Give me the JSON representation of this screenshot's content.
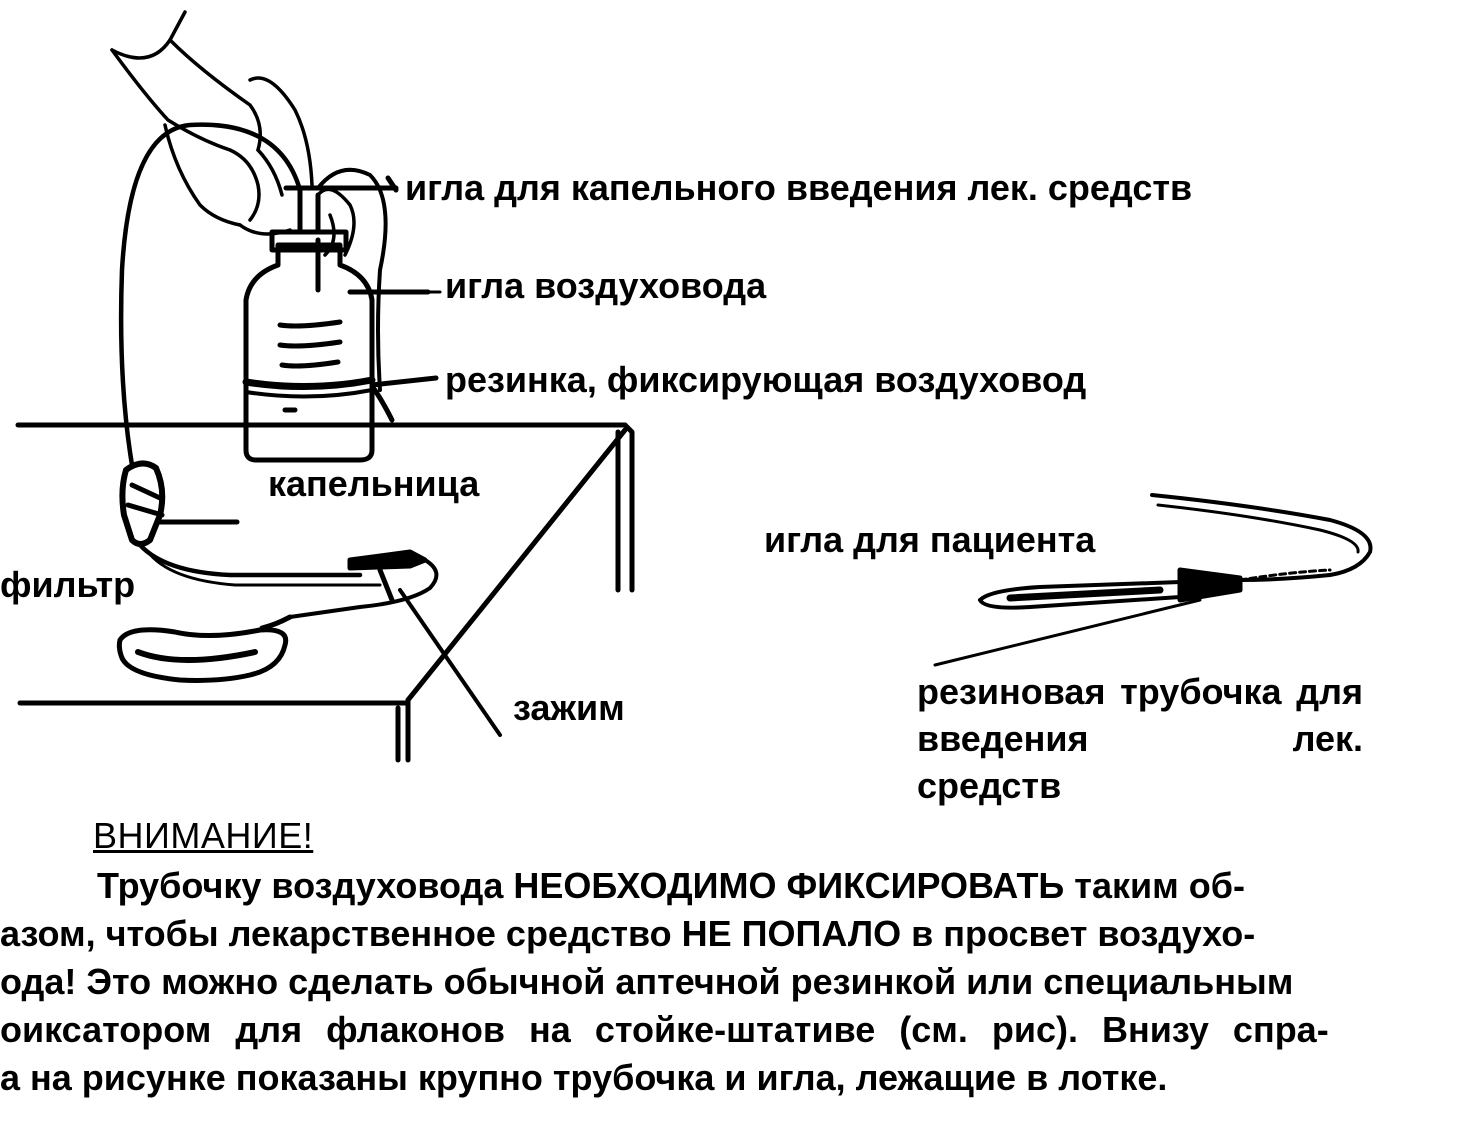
{
  "labels": {
    "needle_drug": "игла для капельного введения лек. средств",
    "air_needle": "игла воздуховода",
    "rubber_band": "резинка, фиксирующая воздуховод",
    "dropper": "капельница",
    "filter": "фильтр",
    "clamp": "зажим",
    "patient_needle": "игла для пациента",
    "rubber_tube_line1": "резиновая трубочка для введения лек.",
    "rubber_tube_line2": "средств"
  },
  "notice": {
    "title": "ВНИМАНИЕ!",
    "line1": "Трубочку воздуховода НЕОБХОДИМО ФИКСИРОВАТЬ таким об-",
    "line2": "азом, чтобы лекарственное средство НЕ ПОПАЛО в просвет воздухо-",
    "line3": "ода! Это можно сделать обычной аптечной резинкой или специальным",
    "line4_a": "оиксатором для флаконов на стойке-штативе ",
    "line4_b": "(см. рис)",
    "line4_c": ". Внизу спра-",
    "line5": "а на рисунке показаны крупно трубочка и игла, лежащие в лотке."
  }
}
